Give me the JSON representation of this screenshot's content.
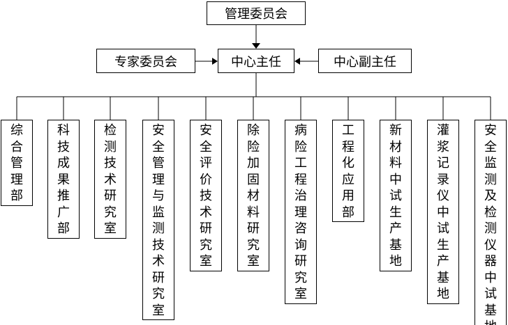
{
  "top": {
    "management_committee": "管理委员会"
  },
  "middle": {
    "expert_committee": "专家委员会",
    "center_director": "中心主任",
    "deputy_director": "中心副主任"
  },
  "departments": [
    "综合管理部",
    "科技成果推广部",
    "检测技术研究室",
    "安全管理与监测技术研究室",
    "安全评价技术研究室",
    "除险加固材料研究室",
    "病险工程治理咨询研究室",
    "工程化应用部",
    "新材料中试生产基地",
    "灌浆记录仪中试生产基地",
    "安全监测及检测仪器中试基地"
  ]
}
